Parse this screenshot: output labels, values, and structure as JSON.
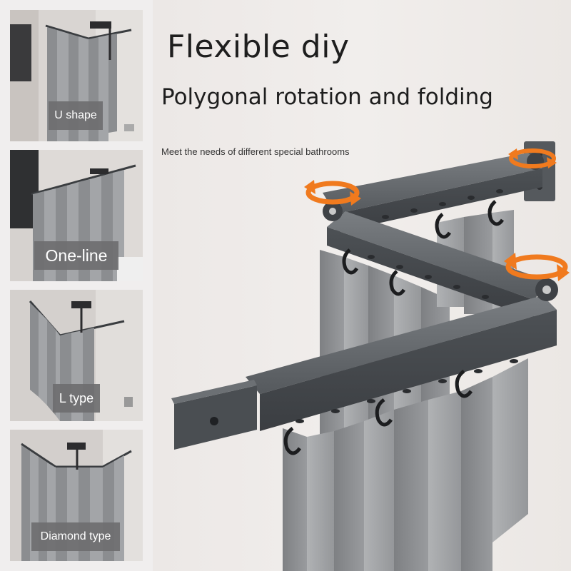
{
  "headline": "Flexible diy",
  "subheadline": "Polygonal rotation and folding",
  "caption": "Meet the needs of different special bathrooms",
  "panels": [
    {
      "label": "U shape"
    },
    {
      "label": "One-line"
    },
    {
      "label": "L type"
    },
    {
      "label": "Diamond type"
    }
  ],
  "colors": {
    "rail": "#5d6165",
    "curtain": "#8a8c8f",
    "rotate_arrow": "#f07a1e",
    "label_bg": "#6e6e70"
  },
  "icons": [
    "rotate-arrow-icon",
    "rotate-arrow-icon",
    "rotate-arrow-icon"
  ]
}
